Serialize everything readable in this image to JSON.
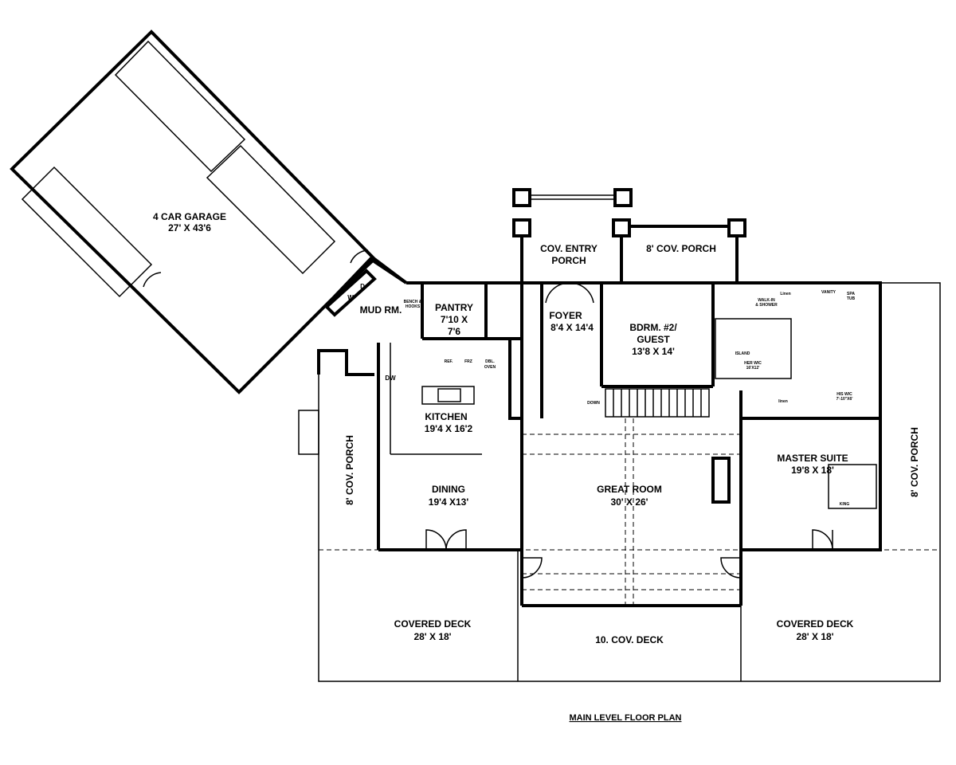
{
  "title": "MAIN LEVEL FLOOR PLAN",
  "rooms": {
    "garage": {
      "name": "4 CAR GARAGE",
      "size": "27' X 43'6"
    },
    "entry_porch": {
      "name": "COV. ENTRY",
      "name2": "PORCH"
    },
    "porch_8_top": {
      "name": "8' COV. PORCH"
    },
    "mud_room": {
      "name": "MUD RM."
    },
    "pantry": {
      "name": "PANTRY",
      "size": "7'10 X",
      "size2": "7'6"
    },
    "foyer": {
      "name": "FOYER",
      "size": "8'4 X 14'4"
    },
    "bedroom2": {
      "name": "BDRM. #2/",
      "name2": "GUEST",
      "size": "13'8 X 14'"
    },
    "kitchen": {
      "name": "KITCHEN",
      "size": "19'4 X 16'2"
    },
    "dining": {
      "name": "DINING",
      "size": "19'4 X13'"
    },
    "great_room": {
      "name": "GREAT ROOM",
      "size": "30' X 26'"
    },
    "master_suite": {
      "name": "MASTER SUITE",
      "size": "19'8 X 18'"
    },
    "porch_left": {
      "name": "8' COV. PORCH"
    },
    "porch_right": {
      "name": "8' COV. PORCH"
    },
    "deck_left": {
      "name": "COVERED DECK",
      "size": "28' X 18'"
    },
    "deck_mid": {
      "name": "10. COV. DECK"
    },
    "deck_right": {
      "name": "COVERED DECK",
      "size": "28' X 18'"
    }
  },
  "small_labels": {
    "bench": "BENCH &",
    "hooks": "HOOKS",
    "washer": "W",
    "dryer": "D",
    "ref": "REF.",
    "frz": "FRZ",
    "dbl": "DBL.",
    "oven": "OVEN",
    "dw": "DW",
    "down": "DOWN",
    "walkin": "WALK-IN",
    "shower": "& SHOWER",
    "linen1": "Linen",
    "vanity": "VANITY",
    "spa": "SPA",
    "tub": "TUB",
    "island": "ISLAND",
    "her_wic": "HER WIC",
    "her_wic_size": "16'X12'",
    "his_wic": "HIS WIC",
    "his_wic_size": "7'-10\"X6'",
    "linen2": "linen",
    "king": "KING"
  }
}
